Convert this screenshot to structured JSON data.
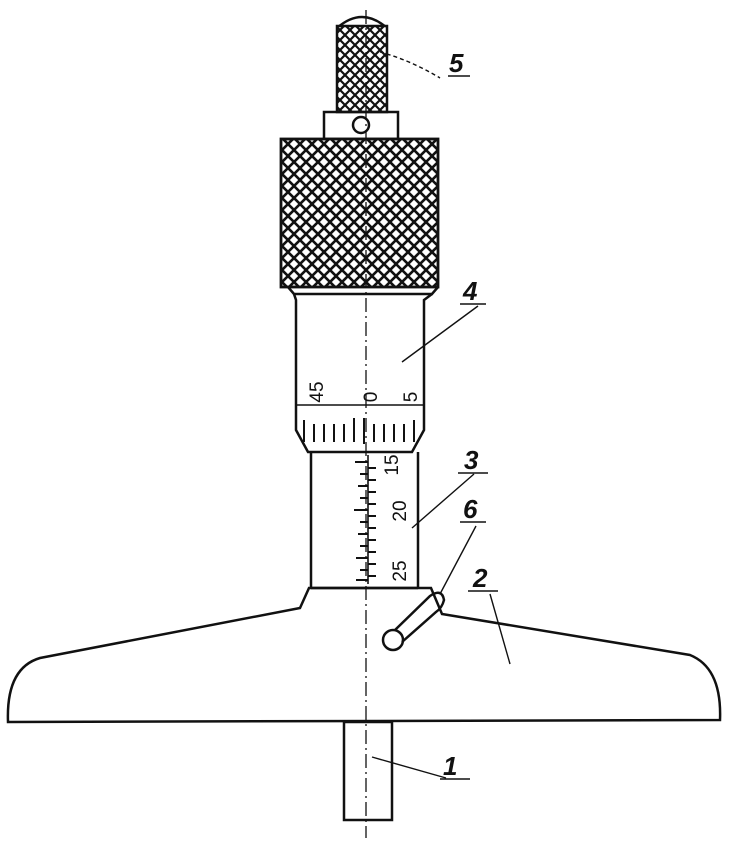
{
  "callouts": [
    {
      "id": "1",
      "text": "1"
    },
    {
      "id": "2",
      "text": "2"
    },
    {
      "id": "3",
      "text": "3"
    },
    {
      "id": "4",
      "text": "4"
    },
    {
      "id": "5",
      "text": "5"
    },
    {
      "id": "6",
      "text": "6"
    }
  ],
  "thimble_scale": {
    "left": "45",
    "zero": "0",
    "right": "5"
  },
  "sleeve_scale": {
    "top": "15",
    "mid": "20",
    "bottom": "25"
  },
  "colors": {
    "ink": "#111111",
    "paper": "#ffffff"
  }
}
